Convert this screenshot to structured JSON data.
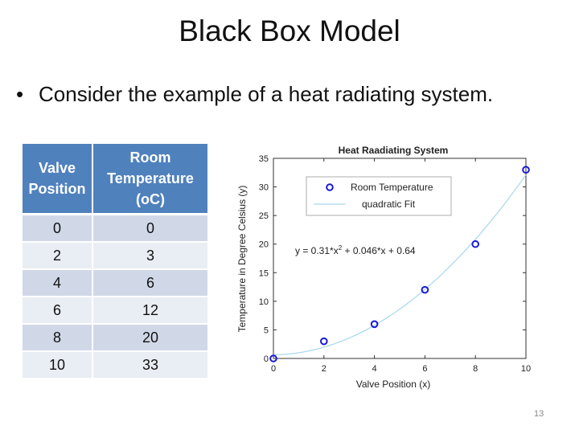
{
  "slide": {
    "title": "Black Box Model",
    "bullet": "Consider the example of a heat radiating system.",
    "page_number": "13"
  },
  "table": {
    "headers": [
      {
        "lines": [
          "Valve",
          "Position"
        ]
      },
      {
        "lines": [
          "Room",
          "Temperature",
          "(oC)"
        ]
      }
    ],
    "rows": [
      [
        "0",
        "0"
      ],
      [
        "2",
        "3"
      ],
      [
        "4",
        "6"
      ],
      [
        "6",
        "12"
      ],
      [
        "8",
        "20"
      ],
      [
        "10",
        "33"
      ]
    ]
  },
  "chart_data": {
    "type": "scatter",
    "title": "Heat Raadiating System",
    "xlabel": "Valve Position (x)",
    "ylabel": "Temperature in Degree Celsius (y)",
    "xlim": [
      0,
      10
    ],
    "ylim": [
      0,
      35
    ],
    "xticks": [
      0,
      2,
      4,
      6,
      8,
      10
    ],
    "yticks": [
      0,
      5,
      10,
      15,
      20,
      25,
      30,
      35
    ],
    "grid": false,
    "legend_position": "top-left",
    "series": [
      {
        "name": "Room Temperature",
        "kind": "markers",
        "color": "#1a1ad6",
        "x": [
          0,
          2,
          4,
          6,
          8,
          10
        ],
        "y": [
          0,
          3,
          6,
          12,
          20,
          33
        ]
      },
      {
        "name": "quadratic Fit",
        "kind": "curve",
        "color": "#a6d8ec",
        "coefficients": [
          0.31,
          0.046,
          0.64
        ]
      }
    ],
    "annotation": {
      "text_prefix": "y = 0.31*x",
      "superscript": "2",
      "text_suffix": " + 0.046*x + 0.64"
    }
  }
}
